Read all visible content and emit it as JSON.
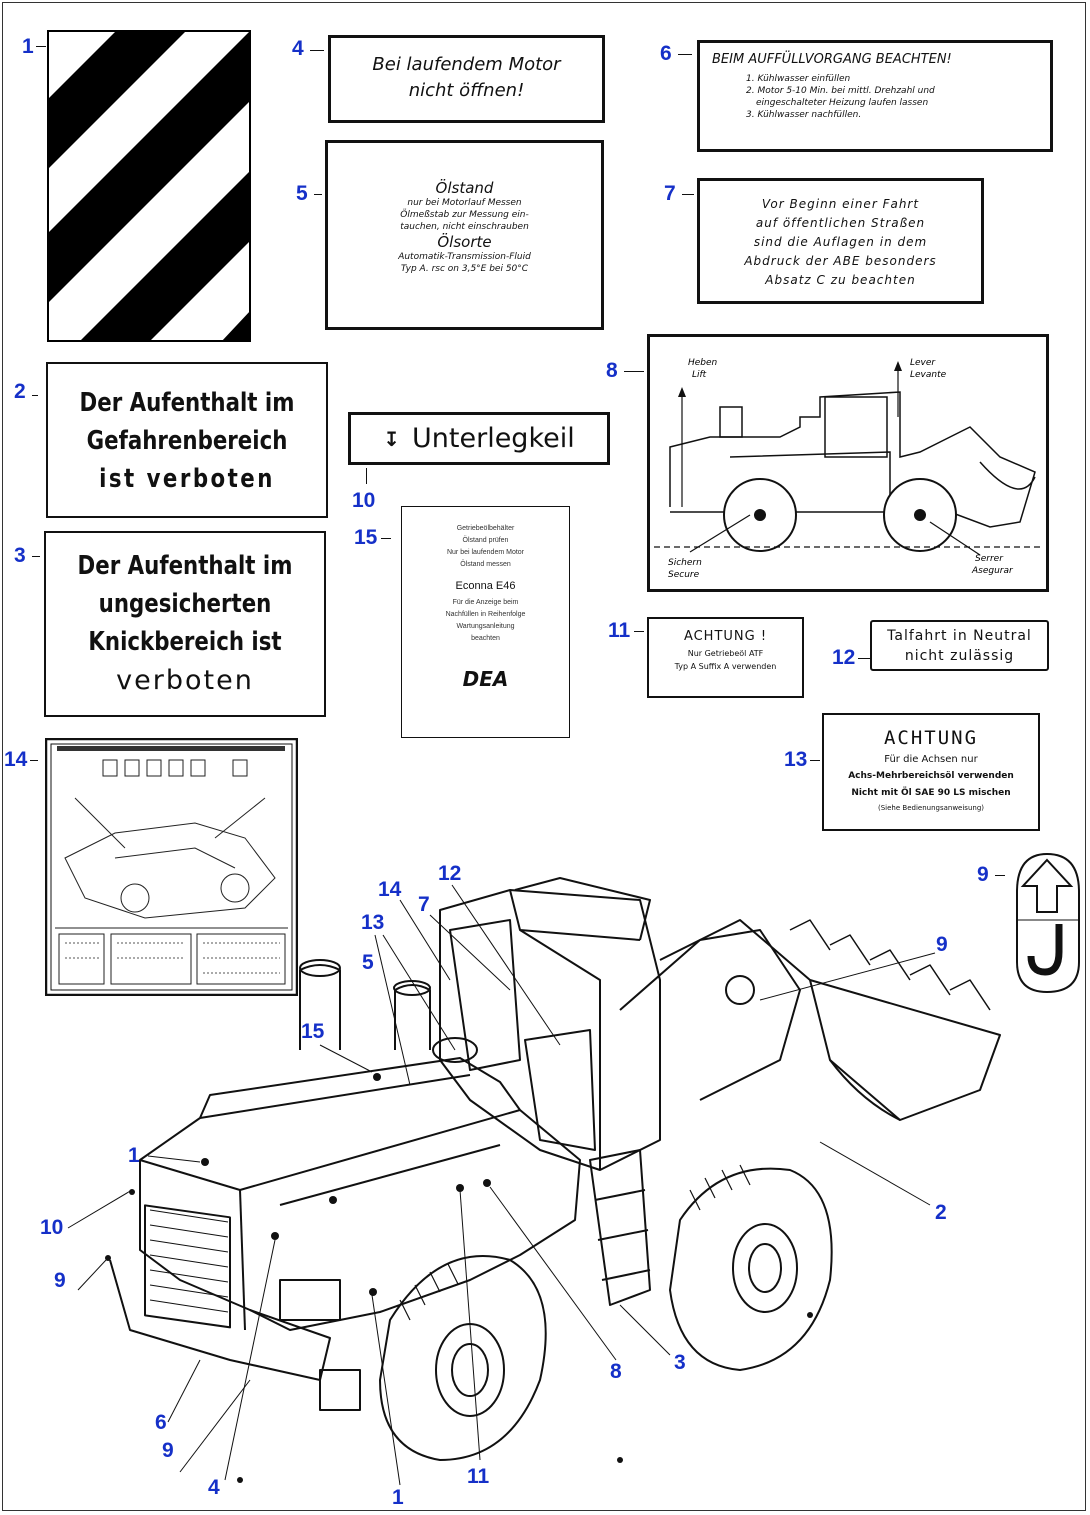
{
  "callouts": {
    "c1": "1",
    "c2": "2",
    "c3": "3",
    "c4": "4",
    "c5": "5",
    "c6": "6",
    "c7": "7",
    "c8": "8",
    "c9": "9",
    "c10": "10",
    "c11": "11",
    "c12": "12",
    "c13": "13",
    "c14": "14",
    "c15": "15"
  },
  "machine_callouts": [
    "1",
    "10",
    "9",
    "6",
    "9",
    "4",
    "1",
    "11",
    "8",
    "3",
    "2",
    "9",
    "12",
    "14",
    "7",
    "13",
    "5",
    "15"
  ],
  "signs": {
    "s2": [
      "Der Aufenthalt im",
      "Gefahrenbereich",
      "ist verboten"
    ],
    "s3": [
      "Der Aufenthalt im",
      "ungesicherten",
      "Knickbereich ist",
      "verboten"
    ],
    "s4": [
      "Bei laufendem Motor",
      "nicht öffnen!"
    ],
    "s5": {
      "title1": "Ölstand",
      "lines1": [
        "nur bei Motorlauf Messen",
        "Ölmeßstab zur Messung ein-",
        "tauchen, nicht einschrauben"
      ],
      "title2": "Ölsorte",
      "lines2": [
        "Automatik-Transmission-Fluid",
        "Typ A. rsc on 3,5°E bei 50°C"
      ]
    },
    "s6": {
      "title": "BEIM AUFFÜLLVORGANG BEACHTEN!",
      "lines": [
        "1. Kühlwasser einfüllen",
        "2. Motor 5-10 Min. bei mittl. Drehzahl und",
        "eingeschalteter Heizung laufen lassen",
        "3. Kühlwasser nachfüllen."
      ]
    },
    "s7": [
      "Vor Beginn einer Fahrt",
      "auf öffentlichen Straßen",
      "sind die Auflagen in dem",
      "Abdruck der ABE besonders",
      "Absatz C zu beachten"
    ],
    "s8": {
      "lift": [
        "Heben",
        "Lift"
      ],
      "lever": [
        "Lever",
        "Levante"
      ],
      "secure": [
        "Sichern",
        "Secure"
      ],
      "serrer": [
        "Serrer",
        "Asegurar"
      ]
    },
    "s10": "Unterlegkeil",
    "s11": {
      "title": "ACHTUNG !",
      "lines": [
        "Nur Getriebeöl ATF",
        "Typ A Suffix A verwenden"
      ]
    },
    "s12": [
      "Talfahrt in Neutral",
      "nicht zulässig"
    ],
    "s13": {
      "title": "ACHTUNG",
      "lines": [
        "Für die Achsen nur",
        "Achs-Mehrbereichsöl verwenden",
        "Nicht mit Öl SAE 90 LS mischen",
        "(Siehe Bedienungsanweisung)"
      ]
    },
    "s15": {
      "lines1": [
        "Getriebeölbehälter",
        "Ölstand prüfen",
        "Nur bei laufendem Motor",
        "Ölstand messen"
      ],
      "brand": "Econna E46",
      "lines2": [
        "Für die Anzeige beim",
        "Nachfüllen in Reihenfolge",
        "Wartungsanleitung",
        "beachten"
      ],
      "logo": "DEA"
    }
  },
  "icons": {
    "s9": "arrow-up-hook-icon",
    "s10": "wedge-arrow-icon",
    "s14": "lubrication-chart-icon"
  }
}
